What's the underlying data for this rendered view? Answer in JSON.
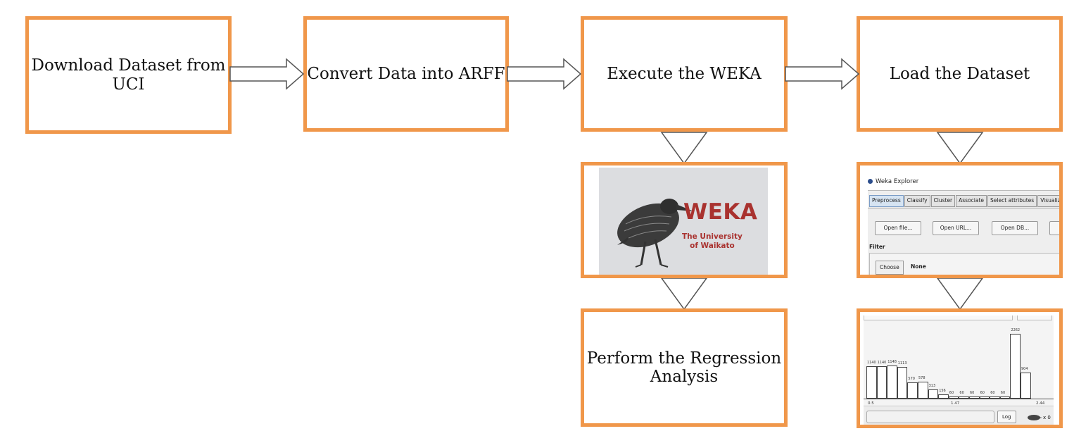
{
  "steps": {
    "download": "Download Dataset from\nUCI",
    "convert": "Convert Data into ARFF",
    "execute": "Execute the WEKA",
    "load": "Load the Dataset",
    "regression": "Perform the Regression\nAnalysis"
  },
  "weka_logo": {
    "title": "WEKA",
    "line1": "The University",
    "line2": "of Waikato",
    "title_color": "#a9322f"
  },
  "explorer": {
    "window_title": "Weka Explorer",
    "tabs": [
      "Preprocess",
      "Classify",
      "Cluster",
      "Associate",
      "Select attributes",
      "Visualize"
    ],
    "buttons": [
      "Open file...",
      "Open URL...",
      "Open DB..."
    ],
    "filter_label": "Filter",
    "choose_label": "Choose",
    "filter_value": "None"
  },
  "histogram": {
    "bar_counts": [
      "1140",
      "1140",
      "1148",
      "1113",
      "570",
      "578",
      "313",
      "156",
      "60",
      "60",
      "60",
      "60",
      "60",
      "60",
      "2262",
      "904"
    ],
    "bar_values": [
      1140,
      1140,
      1148,
      1113,
      570,
      578,
      313,
      156,
      60,
      60,
      60,
      60,
      60,
      60,
      2262,
      904
    ],
    "axis_min": "0.5",
    "axis_mid": "1.47",
    "axis_max": "2.44",
    "log_button": "Log",
    "status_count": "x 0"
  },
  "colors": {
    "box_border": "#f0974a",
    "arrow_fill": "#ffffff",
    "arrow_stroke": "#555555"
  }
}
